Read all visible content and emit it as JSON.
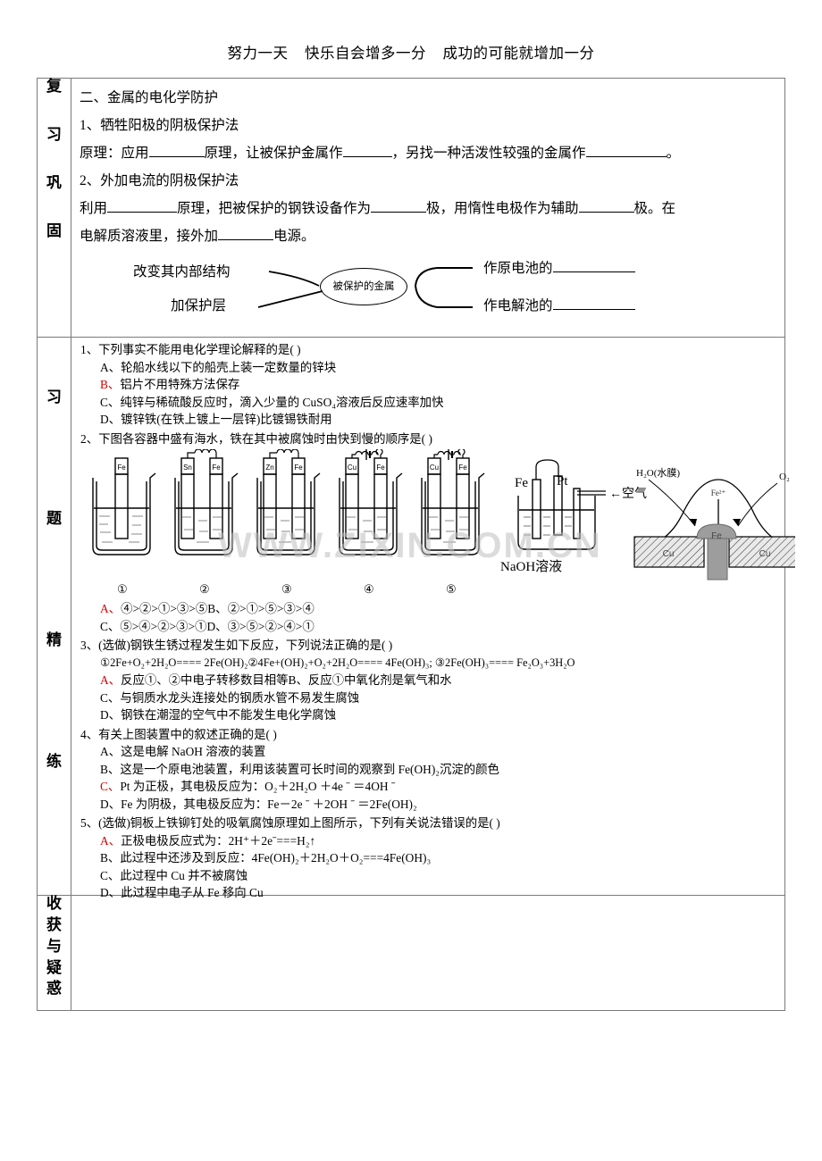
{
  "header": {
    "motto": "努力一天    快乐自会增多一分    成功的可能就增加一分"
  },
  "rows": {
    "review_label": [
      "复",
      "习",
      "巩",
      "固"
    ],
    "exercise_label": [
      "习",
      "题",
      "精",
      "练"
    ],
    "reflection_label": [
      "收",
      "获",
      "与",
      "疑",
      "惑"
    ]
  },
  "review": {
    "heading": "二、金属的电化学防护",
    "item1_title": "1、牺牲阳极的阴极保护法",
    "item1_l1a": "原理：应用",
    "item1_l1b": "原理，让被保护金属作",
    "item1_l1c": "，另找一种活泼性较强的金属作",
    "item1_l1d": "。",
    "item2_title": "2、外加电流的阴极保护法",
    "item2_l1a": "利用",
    "item2_l1b": "原理，把被保护的钢铁设备作为",
    "item2_l1c": "极，用惰性电极作为辅助",
    "item2_l1d": "极。在",
    "item2_l2a": "电解质溶液里，接外加",
    "item2_l2b": "电源。",
    "map": {
      "left_top": "改变其内部结构",
      "left_bottom": "加保护层",
      "center": "被保护的金属",
      "right_top": "作原电池的",
      "right_bottom": "作电解池的"
    }
  },
  "exercises": {
    "q1": {
      "stem": "1、下列事实不能用电化学理论解释的是(       )",
      "options": [
        {
          "key": "A、",
          "text": "轮船水线以下的船壳上装一定数量的锌块",
          "red": false
        },
        {
          "key": "B、",
          "text": "铝片不用特殊方法保存",
          "red": true
        },
        {
          "key": "C、",
          "text": "纯锌与稀硫酸反应时，滴入少量的 CuSO₄溶液后反应速率加快",
          "red": false
        },
        {
          "key": "D、",
          "text": "镀锌铁(在铁上镀上一层锌)比镀锡铁耐用",
          "red": false
        }
      ]
    },
    "q2": {
      "stem": "2、下图各容器中盛有海水，铁在其中被腐蚀时由快到慢的顺序是(     )",
      "beakers": [
        {
          "label": "①",
          "electrodes": [
            "Fe"
          ],
          "wire": "none"
        },
        {
          "label": "②",
          "electrodes": [
            "Sn",
            "Fe"
          ],
          "wire": "coil"
        },
        {
          "label": "③",
          "electrodes": [
            "Zn",
            "Fe"
          ],
          "wire": "coil"
        },
        {
          "label": "④",
          "electrodes": [
            "Cu",
            "Fe"
          ],
          "wire": "battery"
        },
        {
          "label": "⑤",
          "electrodes": [
            "Cu",
            "Fe"
          ],
          "wire": "battery"
        }
      ],
      "cell_fig": {
        "electrode_left": "Fe",
        "electrode_right": "Pt",
        "air_label": "←空气",
        "solution": "NaOH溶液"
      },
      "rivet_fig": {
        "water_label": "H₂O(水膜)",
        "oxygen_label": "O₂",
        "ion_label": "Fe²⁺",
        "metal_center": "Fe",
        "plate_left": "Cu",
        "plate_right": "Cu"
      },
      "options": [
        {
          "key": "A、",
          "text": "④>②>①>③>⑤",
          "red": true
        },
        {
          "key": "B、",
          "text": "②>①>⑤>③>④",
          "red": false
        },
        {
          "key": "C、",
          "text": "⑤>④>②>③>①",
          "red": false
        },
        {
          "key": "D、",
          "text": "③>⑤>②>④>①",
          "red": false
        }
      ]
    },
    "q3": {
      "stem": "3、(选做)钢铁生锈过程发生如下反应，下列说法正确的是(       )",
      "equations": "①2Fe+O₂+2H₂O==== 2Fe(OH)₂②4Fe+(OH)₂+O₂+2H₂O==== 4Fe(OH)₃; ③2Fe(OH)₃==== Fe₂O₃+3H₂O",
      "options": [
        {
          "key": "A、",
          "text": "反应①、②中电子转移数目相等",
          "red": true
        },
        {
          "key": "B、",
          "text": "反应①中氧化剂是氧气和水",
          "red": false
        },
        {
          "key": "C、",
          "text": "与铜质水龙头连接处的钢质水管不易发生腐蚀",
          "red": false
        },
        {
          "key": "D、",
          "text": "钢铁在潮湿的空气中不能发生电化学腐蚀",
          "red": false
        }
      ]
    },
    "q4": {
      "stem": "4、有关上图装置中的叙述正确的是(              )",
      "options": [
        {
          "key": "A、",
          "text": "这是电解 NaOH 溶液的装置",
          "red": false
        },
        {
          "key": "B、",
          "text": "这是一个原电池装置，利用该装置可长时间的观察到 Fe(OH)₂沉淀的颜色",
          "red": false
        },
        {
          "key": "C、",
          "text": "Pt 为正极，其电极反应为：O₂＋2H₂O ＋4e ˉ ＝4OH ˉ",
          "red": true
        },
        {
          "key": "D、",
          "text": "Fe 为阴极，其电极反应为：Fe－2e ˉ ＋2OH ˉ ＝2Fe(OH)₂",
          "red": false
        }
      ]
    },
    "q5": {
      "stem": "5、(选做)铜板上铁铆钉处的吸氧腐蚀原理如上图所示，下列有关说法错误的是(       )",
      "options": [
        {
          "key": "A、",
          "text": "正极电极反应式为：2H⁺＋2eˉ===H₂↑",
          "red": true
        },
        {
          "key": "B、",
          "text": "此过程中还涉及到反应：4Fe(OH)₂＋2H₂O＋O₂===4Fe(OH)₃",
          "red": false
        },
        {
          "key": "C、",
          "text": "此过程中 Cu 并不被腐蚀",
          "red": false
        },
        {
          "key": "D、",
          "text": "此过程中电子从 Fe 移向 Cu",
          "red": false
        }
      ]
    }
  },
  "watermark": {
    "text": "WWW.ZIXIN.COM.CN"
  },
  "colors": {
    "red": "#d00000",
    "border": "#7a7a7a"
  }
}
